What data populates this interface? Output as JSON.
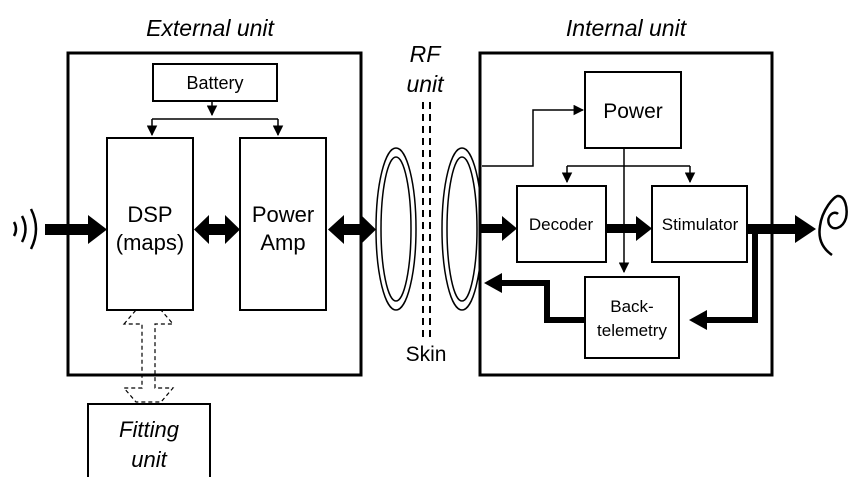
{
  "headings": {
    "external": "External unit",
    "internal": "Internal unit",
    "rf_line1": "RF",
    "rf_line2": "unit",
    "skin": "Skin"
  },
  "external_unit": {
    "battery": "Battery",
    "dsp_line1": "DSP",
    "dsp_line2": "(maps)",
    "amp_line1": "Power",
    "amp_line2": "Amp"
  },
  "fitting_unit": {
    "line1": "Fitting",
    "line2": "unit"
  },
  "internal_unit": {
    "power": "Power",
    "decoder": "Decoder",
    "stimulator": "Stimulator",
    "backtelemetry_line1": "Back-",
    "backtelemetry_line2": "telemetry"
  },
  "icons": {
    "sound_input": "sound-wave-icon",
    "ear_output": "ear-icon"
  }
}
